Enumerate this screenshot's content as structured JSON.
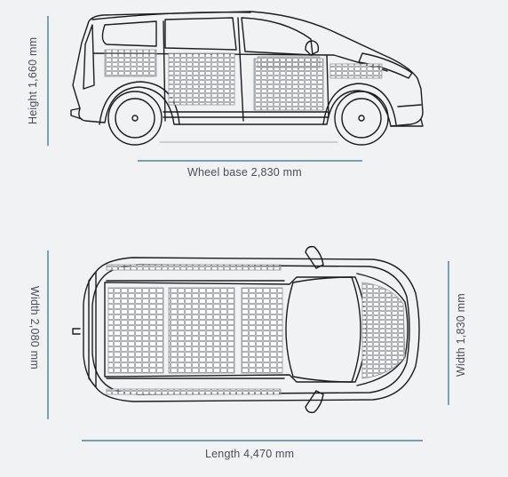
{
  "dimensions": {
    "height_label": "Height 1,660 mm",
    "wheelbase_label": "Wheel base 2,830 mm",
    "width_mirrors_label": "Width 2,080 mm",
    "width_body_label": "Width 1,830 mm",
    "length_label": "Length 4,470 mm"
  },
  "colors": {
    "background": "#f0f2f4",
    "dimension_line": "#2f6f86",
    "outline": "#1c1c1c",
    "panel": "#8f949a",
    "text": "#4a4f55"
  }
}
